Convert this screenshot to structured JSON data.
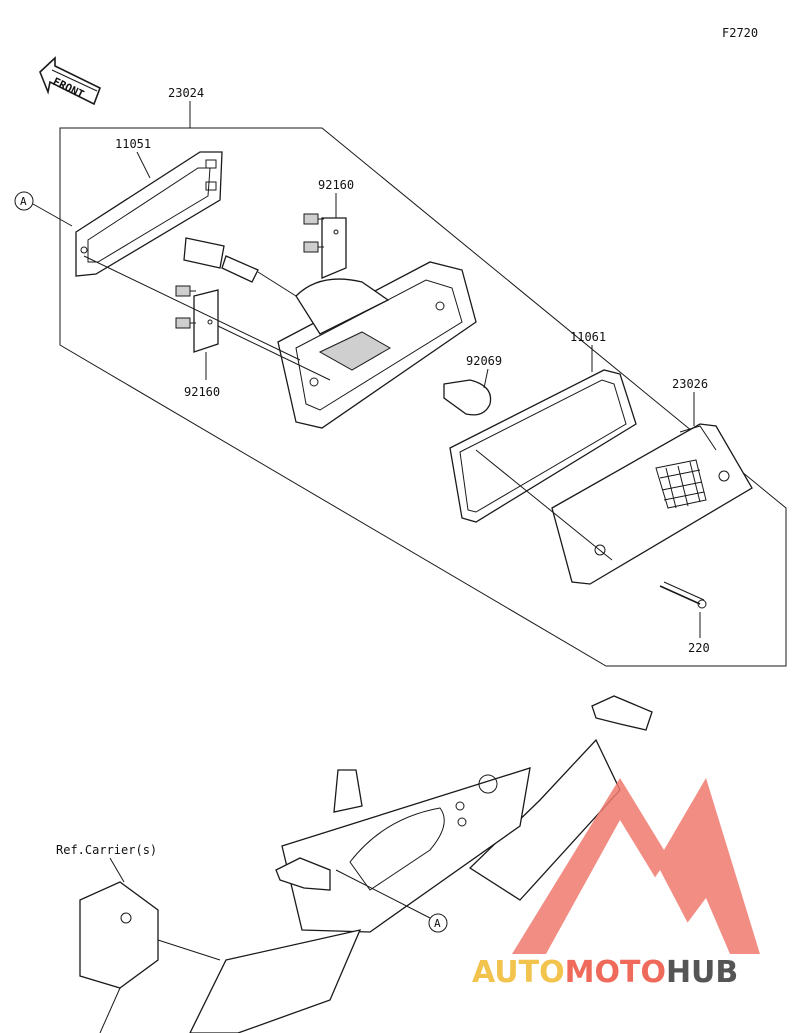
{
  "diagram_code": "F2720",
  "front_label": "FRONT",
  "ref_label": "Ref.Carrier(s)",
  "callout_letter": "A",
  "parts": {
    "assembly": "23024",
    "gasket_top": "11051",
    "socket_upper": "92160",
    "socket_lower": "92160",
    "bulb": "92069",
    "gasket_lens": "11061",
    "lens": "23026",
    "screw": "220"
  },
  "watermark": {
    "part1": "AUTO",
    "part2": "MOTO",
    "part3": "HUB",
    "color1": "#f2c44e",
    "color2": "#ef6a5a",
    "color3": "#555555",
    "logo_color": "#f07a6e"
  }
}
